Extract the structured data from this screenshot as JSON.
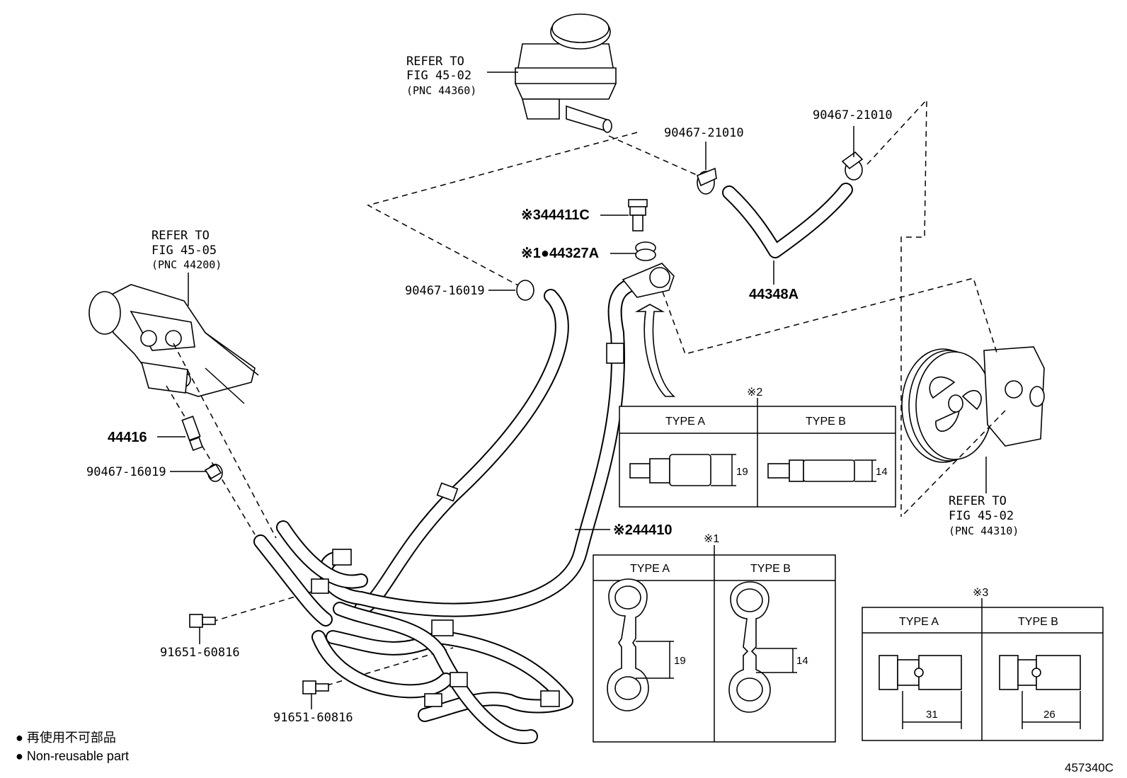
{
  "references": {
    "reservoir": {
      "line1": "REFER TO",
      "line2": "FIG 45-02",
      "line3": "(PNC 44360)"
    },
    "gear": {
      "line1": "REFER TO",
      "line2": "FIG 45-05",
      "line3": "(PNC 44200)"
    },
    "pump": {
      "line1": "REFER TO",
      "line2": "FIG 45-02",
      "line3": "(PNC 44310)"
    }
  },
  "parts": {
    "clip_top_left": "90467-21010",
    "clip_top_right": "90467-21010",
    "bolt_44411c": "※344411C",
    "gasket_44327a": "※1●44327A",
    "hose_44348a": "44348A",
    "clip_16019_top": "90467-16019",
    "union_44416": "44416",
    "clip_16019_bottom": "90467-16019",
    "tube_44410": "※244410",
    "bolt_upper": "91651-60816",
    "bolt_lower": "91651-60816"
  },
  "tables": {
    "note2": {
      "mark": "※2",
      "type_a": "TYPE A",
      "type_b": "TYPE B",
      "dim_a": "19",
      "dim_b": "14"
    },
    "note1": {
      "mark": "※1",
      "type_a": "TYPE A",
      "type_b": "TYPE B",
      "dim_a": "19",
      "dim_b": "14"
    },
    "note3": {
      "mark": "※3",
      "type_a": "TYPE A",
      "type_b": "TYPE B",
      "dim_a": "31",
      "dim_b": "26"
    }
  },
  "legend": {
    "line_jp": "● 再使用不可部品",
    "line_en": "● Non-reusable part"
  },
  "figure_code": "457340C"
}
